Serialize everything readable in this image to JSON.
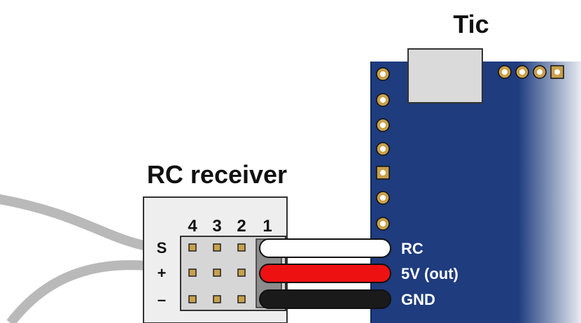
{
  "titles": {
    "board": "Tic",
    "receiver": "RC receiver"
  },
  "receiver": {
    "channel_labels": [
      "4",
      "3",
      "2",
      "1"
    ],
    "row_labels": [
      "S",
      "+",
      "–"
    ]
  },
  "connections": [
    {
      "label": "RC",
      "wire_color": "#ffffff"
    },
    {
      "label": "5V (out)",
      "wire_color": "#ee1111"
    },
    {
      "label": "GND",
      "wire_color": "#1a1a1a"
    }
  ],
  "colors": {
    "board": "#1e3c7e",
    "board_edge": "#13295a",
    "pad_gold": "#c9a04a",
    "pad_hole": "#1e1e1e",
    "receiver_case": "#eeeeee",
    "header_block": "#d6d6d6",
    "servo_cable": "#b9b9b9",
    "label_text": "#ffffff",
    "title_text": "#111111"
  }
}
